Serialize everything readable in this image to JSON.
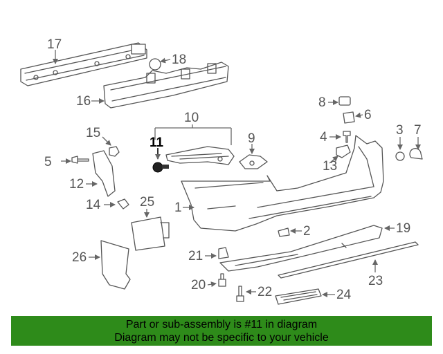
{
  "diagram": {
    "highlighted_part": "11",
    "callouts": [
      "17",
      "18",
      "16",
      "10",
      "8",
      "6",
      "15",
      "11",
      "9",
      "4",
      "3",
      "7",
      "13",
      "5",
      "12",
      "25",
      "14",
      "1",
      "2",
      "19",
      "26",
      "21",
      "20",
      "22",
      "23",
      "24"
    ]
  },
  "banner": {
    "line1": "Part or sub-assembly is #11 in diagram",
    "line2": "Diagram may not be specific to your vehicle",
    "background": "#2e8b1a"
  }
}
